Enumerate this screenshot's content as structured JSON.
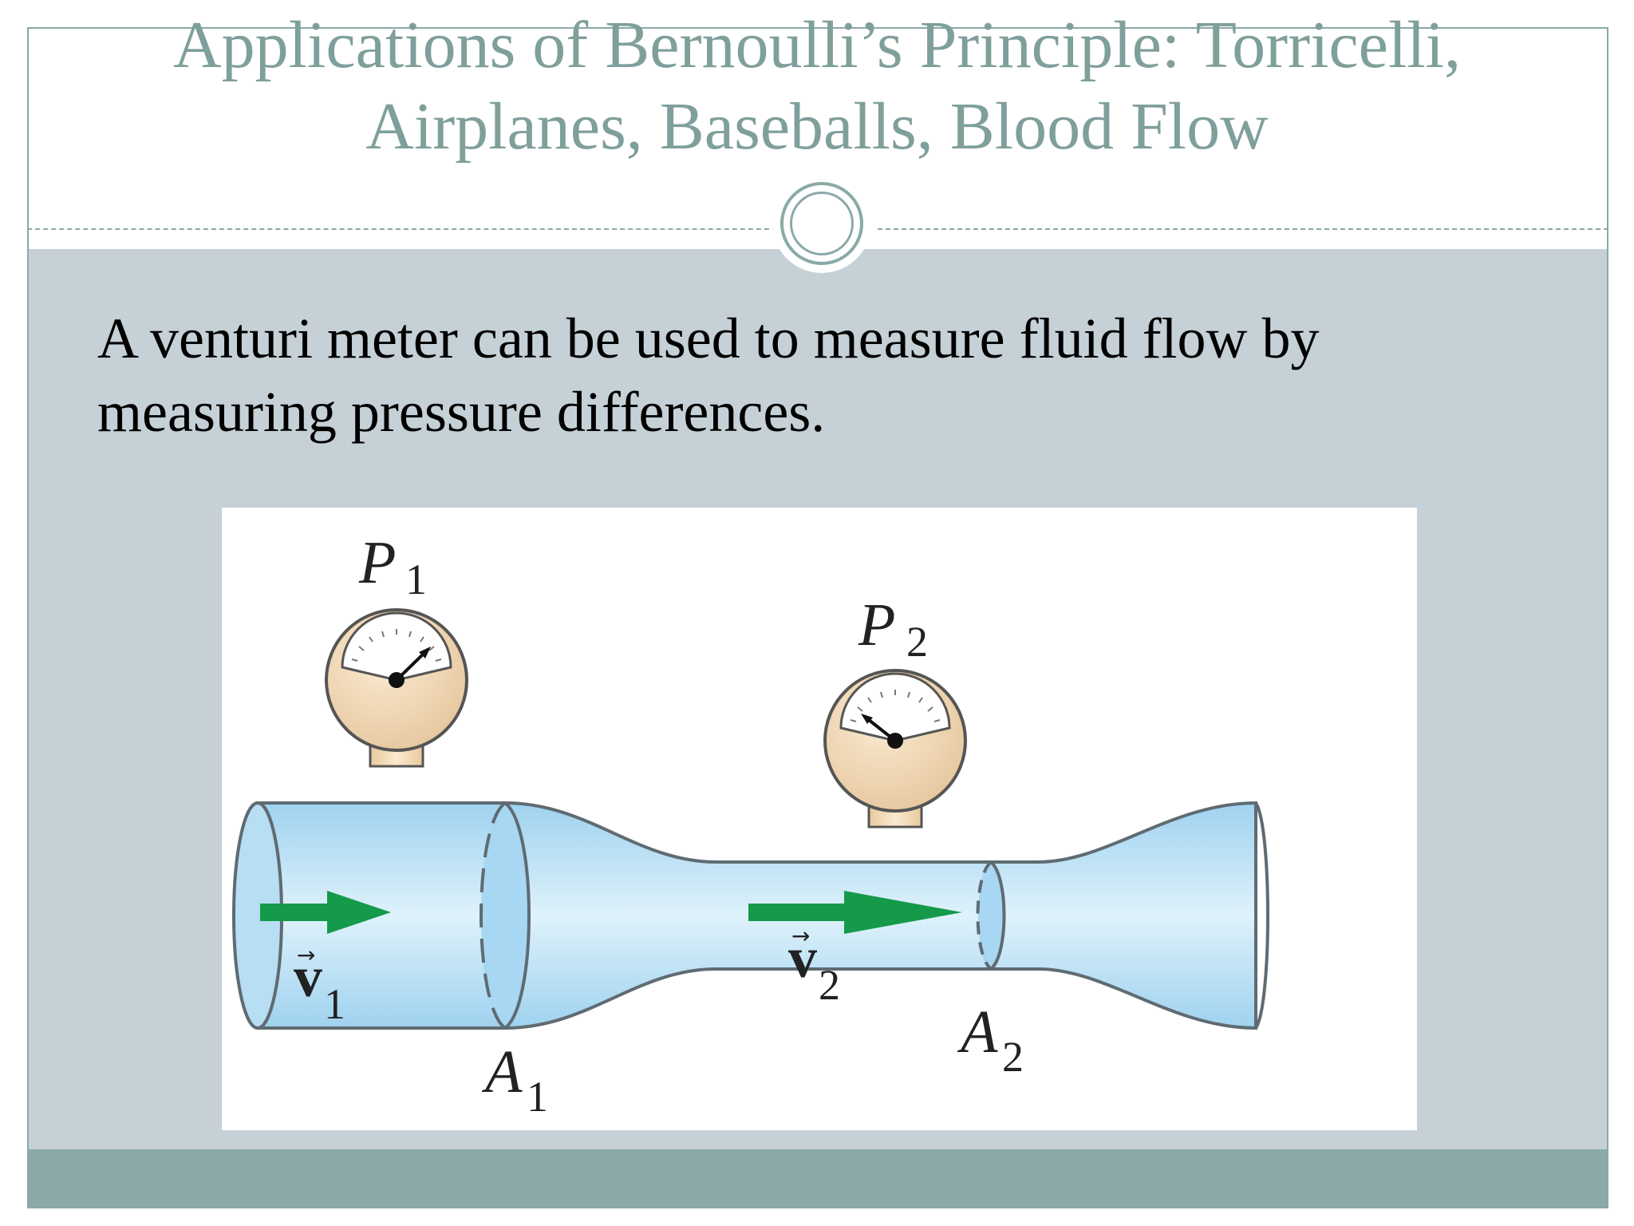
{
  "slide": {
    "title_line1": "Applications of Bernoulli’s Principle: Torricelli,",
    "title_line2": "Airplanes, Baseballs, Blood Flow",
    "body_line1": "A venturi meter can be used to measure fluid flow by",
    "body_line2": "measuring pressure differences."
  },
  "diagram": {
    "labels": {
      "p1": "P",
      "p1_sub": "1",
      "p2": "P",
      "p2_sub": "2",
      "v1": "v",
      "v1_sub": "1",
      "v2": "v",
      "v2_sub": "2",
      "a1": "A",
      "a1_sub": "1",
      "a2": "A",
      "a2_sub": "2"
    }
  },
  "colors": {
    "title": "#7f9f9b",
    "panel": "#c5d1d6",
    "footer": "#8aa9a7",
    "fluid": "#a9d8f0",
    "arrow": "#149a4a",
    "gauge": "#f0d7b4"
  }
}
